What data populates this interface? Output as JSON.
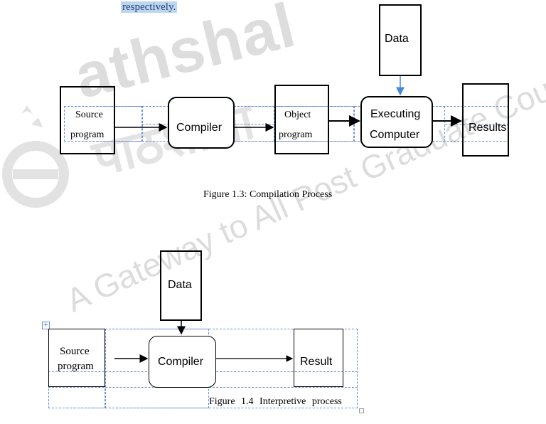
{
  "top_text": "respectively.",
  "watermark": {
    "brand_a": "athshal",
    "brand_b": "पाठशाला",
    "tagline": "A Gateway to All Post Graduate Courses"
  },
  "fig13": {
    "data_label": "Data",
    "source_line1": "Source",
    "source_line2": "program",
    "compiler": "Compiler",
    "object_line1": "Object",
    "object_line2": "program",
    "exec_line1": "Executing",
    "exec_line2": "Computer",
    "results": "Results",
    "caption": "Figure 1.3: Compilation Process"
  },
  "fig14": {
    "data_label": "Data",
    "source_line1": "Source",
    "source_line2": "program",
    "compiler": "Compiler",
    "result": "Result",
    "caption": "Figure 1.4 Interpretive process"
  }
}
